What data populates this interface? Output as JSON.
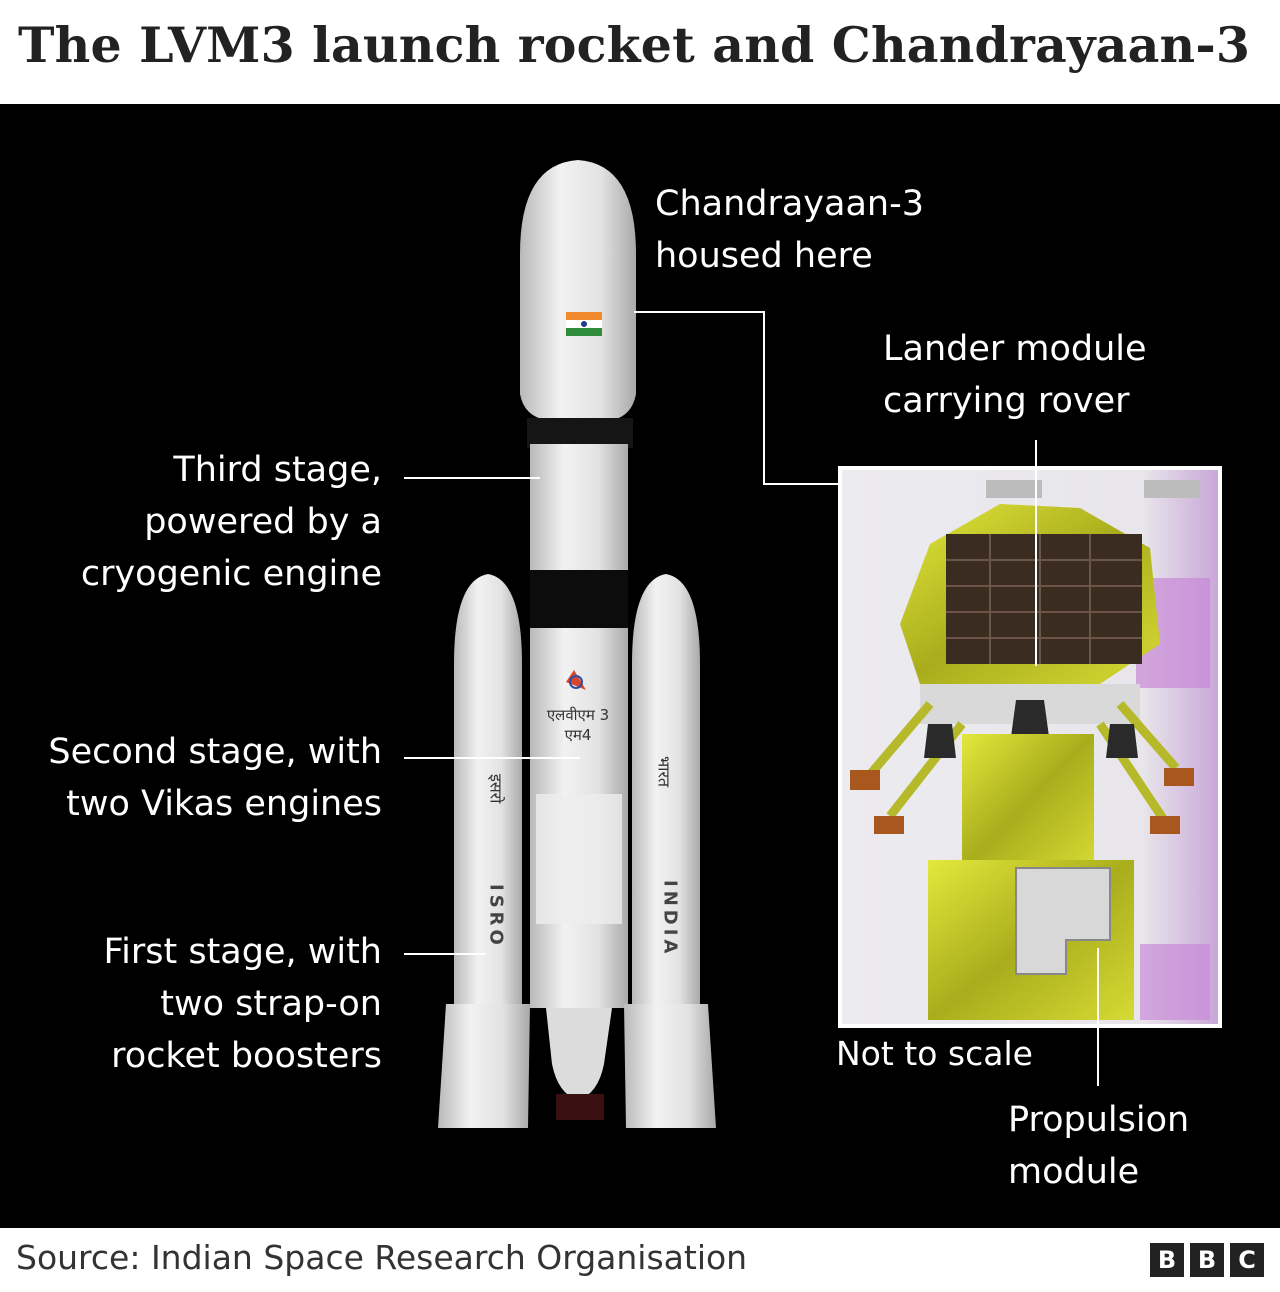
{
  "title": "The LVM3 launch rocket and Chandrayaan-3",
  "labels": {
    "payload_line1": "Chandrayaan-3",
    "payload_line2": "housed here",
    "lander_line1": "Lander module",
    "lander_line2": "carrying rover",
    "third_line1": "Third stage,",
    "third_line2": "powered by a",
    "third_line3": "cryogenic engine",
    "second_line1": "Second stage, with",
    "second_line2": "two Vikas engines",
    "first_line1": "First stage, with",
    "first_line2": "two strap-on",
    "first_line3": "rocket boosters",
    "scale_note": "Not to scale",
    "propulsion_line1": "Propulsion",
    "propulsion_line2": "module"
  },
  "rocket_markings": {
    "left_booster_hindi": "इसरो",
    "left_booster_latin": "ISRO",
    "right_booster_hindi": "भारत",
    "right_booster_latin": "INDIA",
    "core_hindi_line1": "एलवीएम 3",
    "core_hindi_line2": "एम4"
  },
  "footer": {
    "source": "Source: Indian Space Research Organisation",
    "logo_letters": [
      "B",
      "B",
      "C"
    ]
  },
  "colors": {
    "background": "#000000",
    "gold_foil": "#c8cc2a",
    "rocket_body": "#e6e6e6"
  }
}
